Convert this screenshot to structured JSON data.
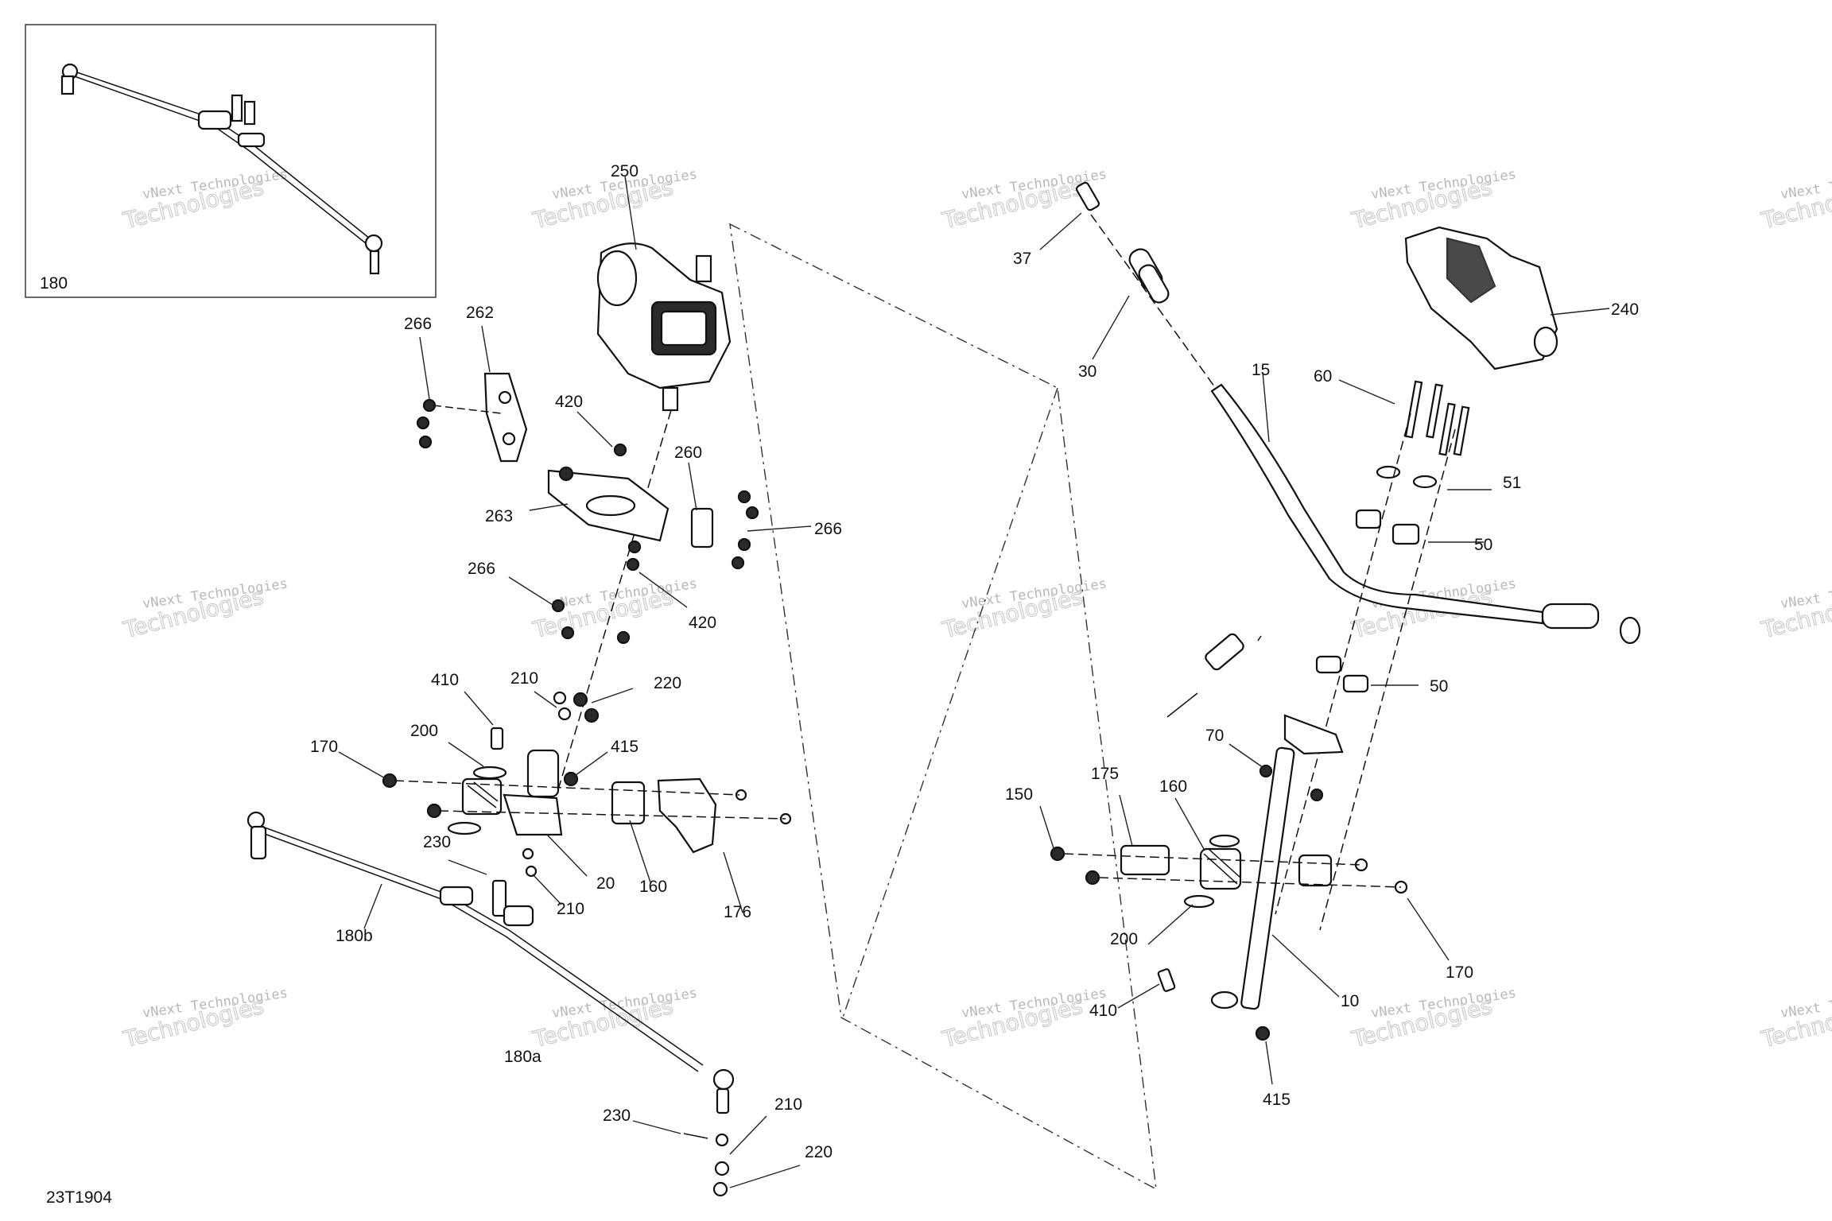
{
  "diagram_code": "23T1904",
  "watermark": {
    "line1": "vNext Technologies",
    "line2": "Technologies"
  },
  "inset": {
    "label": "180"
  },
  "callouts": [
    "250",
    "266",
    "262",
    "420",
    "260",
    "263",
    "266",
    "266",
    "420",
    "410",
    "210",
    "220",
    "200",
    "415",
    "170",
    "230",
    "20",
    "160",
    "176",
    "210",
    "180b",
    "180a",
    "230",
    "210",
    "220",
    "37",
    "30",
    "15",
    "240",
    "60",
    "51",
    "50",
    "50",
    "70",
    "175",
    "160",
    "150",
    "200",
    "170",
    "410",
    "10",
    "415"
  ]
}
